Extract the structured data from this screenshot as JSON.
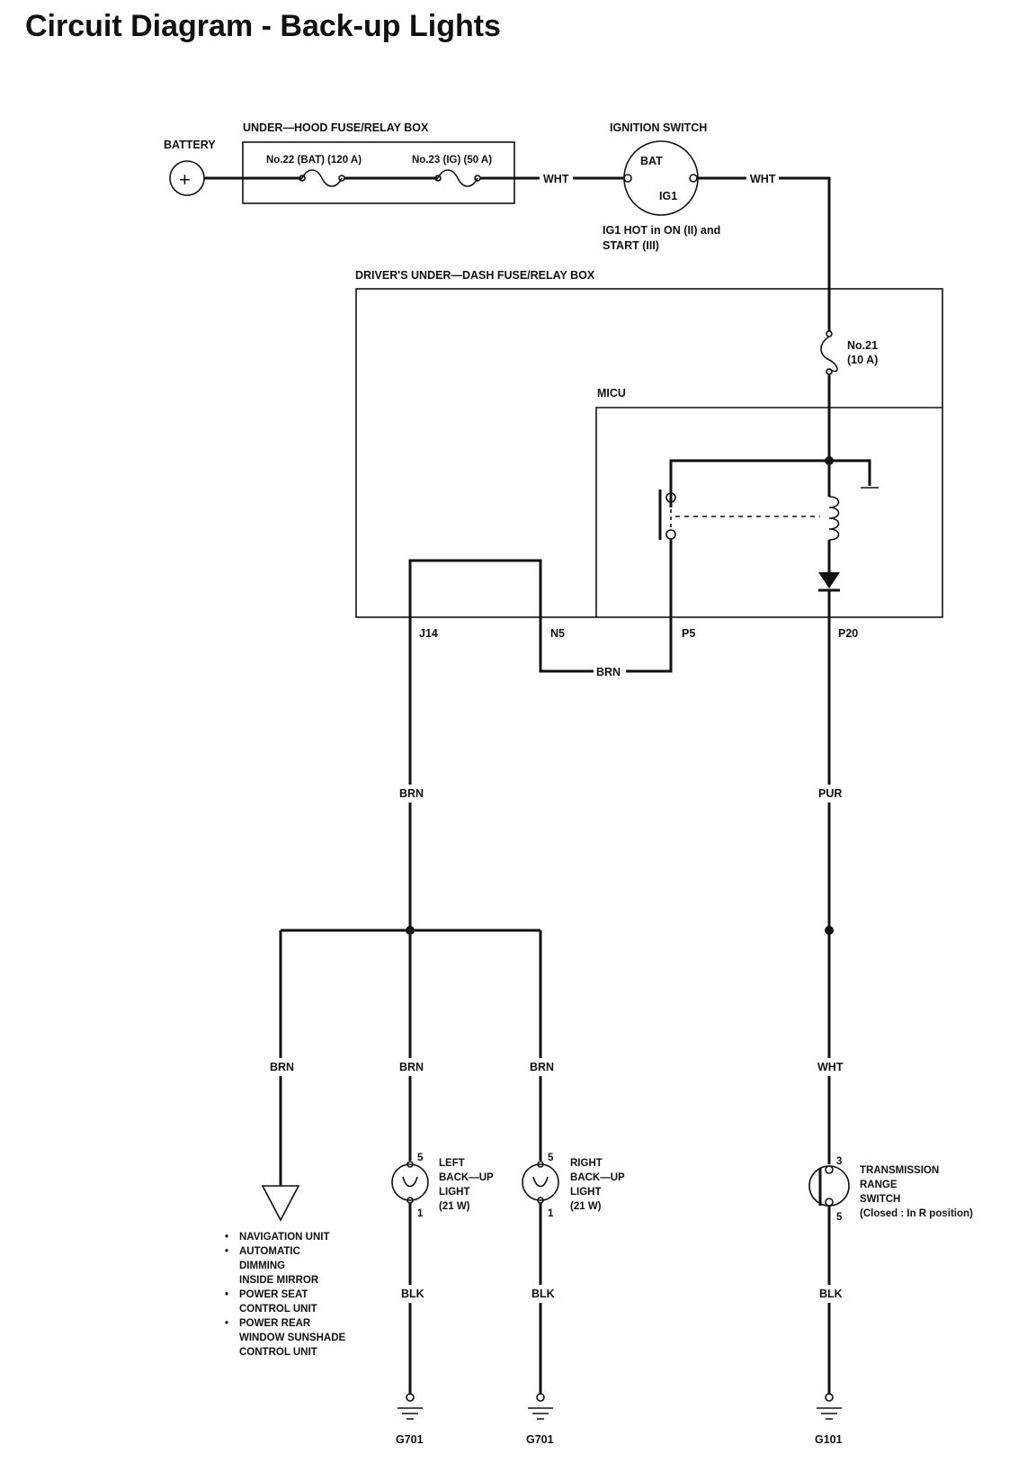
{
  "title": "Circuit Diagram - Back-up Lights",
  "battery": {
    "label": "BATTERY",
    "symbol": "+"
  },
  "under_hood_box": {
    "label": "UNDER—HOOD FUSE/RELAY BOX",
    "fuse_22": "No.22 (BAT) (120 A)",
    "fuse_23": "No.23 (IG) (50 A)"
  },
  "ignition_switch": {
    "label": "IGNITION SWITCH",
    "bat": "BAT",
    "ig1": "IG1",
    "note_line1": "IG1 HOT in ON (II) and",
    "note_line2": "START (III)"
  },
  "dash_box": {
    "label": "DRIVER'S UNDER—DASH FUSE/RELAY BOX",
    "fuse_21_line1": "No.21",
    "fuse_21_line2": "(10 A)",
    "micu": "MICU"
  },
  "terminals": {
    "j14": "J14",
    "n5": "N5",
    "p5": "P5",
    "p20": "P20"
  },
  "wires": {
    "wht1": "WHT",
    "wht2": "WHT",
    "brn_n5_p5": "BRN",
    "brn_main": "BRN",
    "pur": "PUR",
    "brn_nav": "BRN",
    "brn_left": "BRN",
    "brn_right": "BRN",
    "wht_trans": "WHT",
    "blk_left": "BLK",
    "blk_right": "BLK",
    "blk_trans": "BLK"
  },
  "left_light": {
    "pin_top": "5",
    "pin_bottom": "1",
    "line1": "LEFT",
    "line2": "BACK—UP",
    "line3": "LIGHT",
    "line4": "(21 W)"
  },
  "right_light": {
    "pin_top": "5",
    "pin_bottom": "1",
    "line1": "RIGHT",
    "line2": "BACK—UP",
    "line3": "LIGHT",
    "line4": "(21 W)"
  },
  "trans_switch": {
    "pin_top": "3",
    "pin_bottom": "5",
    "line1": "TRANSMISSION",
    "line2": "RANGE",
    "line3": "SWITCH",
    "line4": "(Closed : In R position)"
  },
  "nav_targets": {
    "items": [
      {
        "bullet": "•",
        "lines": [
          "NAVIGATION UNIT"
        ]
      },
      {
        "bullet": "•",
        "lines": [
          "AUTOMATIC",
          "DIMMING",
          "INSIDE MIRROR"
        ]
      },
      {
        "bullet": "•",
        "lines": [
          "POWER SEAT",
          "CONTROL UNIT"
        ]
      },
      {
        "bullet": "•",
        "lines": [
          "POWER REAR",
          "WINDOW SUNSHADE",
          "CONTROL UNIT"
        ]
      }
    ]
  },
  "grounds": {
    "g_left": "G701",
    "g_right": "G701",
    "g_trans": "G101"
  }
}
